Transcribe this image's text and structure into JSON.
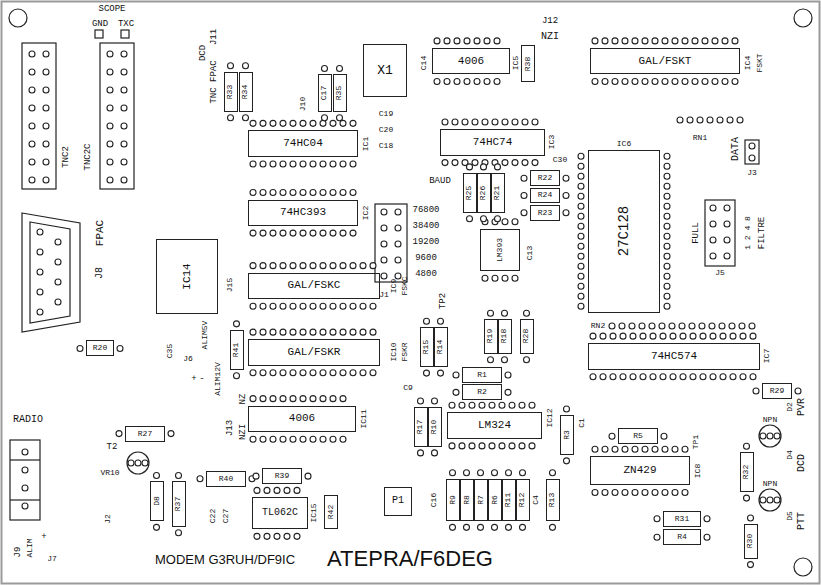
{
  "diagram": {
    "nodes": [
      {
        "text": [
          "X1"
        ]
      },
      {
        "text": [
          "4006"
        ]
      },
      {
        "text": [
          "GAL/FSKT"
        ]
      },
      {
        "text": [
          "R38"
        ]
      },
      {
        "text": [
          "74HC04"
        ]
      },
      {
        "text": [
          "74HC74"
        ]
      },
      {
        "text": [
          "27C128"
        ]
      },
      {
        "text": [
          "74HC393"
        ]
      },
      {
        "text": [
          "IC14"
        ]
      },
      {
        "text": [
          "GAL/FSKC"
        ]
      },
      {
        "text": [
          "LM393"
        ]
      },
      {
        "text": [
          "GAL/FSKR"
        ]
      },
      {
        "text": [
          "74HC574"
        ]
      },
      {
        "text": [
          "4006"
        ]
      },
      {
        "text": [
          "LM324"
        ]
      },
      {
        "text": [
          "ZN429"
        ]
      },
      {
        "text": [
          "TL062C"
        ]
      },
      {
        "text": [
          "R33"
        ]
      },
      {
        "text": [
          "R34"
        ]
      },
      {
        "text": [
          "C17"
        ]
      },
      {
        "text": [
          "R35"
        ]
      },
      {
        "text": [
          "R25"
        ]
      },
      {
        "text": [
          "R26"
        ]
      },
      {
        "text": [
          "R21"
        ]
      },
      {
        "text": [
          "R22"
        ]
      },
      {
        "text": [
          "R24"
        ]
      },
      {
        "text": [
          "R23"
        ]
      },
      {
        "text": [
          "R20"
        ]
      },
      {
        "text": [
          "R41"
        ]
      },
      {
        "text": [
          "R15"
        ]
      },
      {
        "text": [
          "R14"
        ]
      },
      {
        "text": [
          "R19"
        ]
      },
      {
        "text": [
          "R18"
        ]
      },
      {
        "text": [
          "R28"
        ]
      },
      {
        "text": [
          "R29"
        ]
      },
      {
        "text": [
          "R27"
        ]
      },
      {
        "text": [
          "R1"
        ]
      },
      {
        "text": [
          "R2"
        ]
      },
      {
        "text": [
          "R17"
        ]
      },
      {
        "text": [
          "R10"
        ]
      },
      {
        "text": [
          "R3"
        ]
      },
      {
        "text": [
          "R5"
        ]
      },
      {
        "text": [
          "R32"
        ]
      },
      {
        "text": [
          "R37"
        ]
      },
      {
        "text": [
          "D8"
        ]
      },
      {
        "text": [
          "R40"
        ]
      },
      {
        "text": [
          "R39"
        ]
      },
      {
        "text": [
          "R42"
        ]
      },
      {
        "text": [
          "R31"
        ]
      },
      {
        "text": [
          "R4"
        ]
      },
      {
        "text": [
          "R30"
        ]
      },
      {
        "text": [
          "R9"
        ]
      },
      {
        "text": [
          "R8"
        ]
      },
      {
        "text": [
          "R7"
        ]
      },
      {
        "text": [
          "R6"
        ]
      },
      {
        "text": [
          "R11"
        ]
      },
      {
        "text": [
          "R12"
        ]
      },
      {
        "text": [
          "R13"
        ]
      },
      {
        "text": [
          "P1"
        ]
      }
    ],
    "labels": [
      "SCOPE",
      "GND",
      "TXC",
      "TNC2",
      "TNC2C",
      "DCD",
      "J11",
      "TNC FPAC",
      "J10",
      "C19",
      "C20",
      "C18",
      "C14",
      "IC5",
      "J12",
      "NZI",
      "IC4",
      "FSKT",
      "IC1",
      "IC3",
      "BAUD",
      "IC6",
      "DATA",
      "J3",
      "RN1",
      "FULL",
      "J5",
      "1 2 4 8",
      "FILTRE",
      "76800",
      "38400",
      "19200",
      "9600",
      "4800",
      "J1",
      "IC2",
      "C30",
      "TP2",
      "C13",
      "J15",
      "IC9",
      "FSKC",
      "FPAC",
      "J8",
      "C35",
      "J6",
      "ALIM5V",
      "ALIM12V",
      "+",
      "-",
      "IC10",
      "FSKR",
      "RN2",
      "IC7",
      "D2",
      "PVR",
      "NPN",
      "D4",
      "DCD",
      "TP1",
      "IC8",
      "NPN",
      "D5",
      "PTT",
      "RADIO",
      "T2",
      "VR10",
      "J13",
      "NZ",
      "NZI",
      "IC11",
      "IC12",
      "C9",
      "C1",
      "J2",
      "J9",
      "ALIM",
      "+",
      "J7",
      "C22",
      "C27",
      "IC15",
      "C16",
      "C4",
      "MODEM G3RUH/DF9IC",
      "ATEPRA/F6DEG"
    ]
  }
}
